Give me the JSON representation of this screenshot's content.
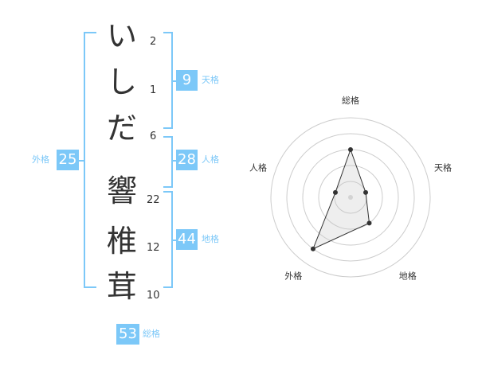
{
  "name_chars": [
    {
      "char": "い",
      "strokes": "2"
    },
    {
      "char": "し",
      "strokes": "1"
    },
    {
      "char": "だ",
      "strokes": "6"
    },
    {
      "char": "響",
      "strokes": "22"
    },
    {
      "char": "椎",
      "strokes": "12"
    },
    {
      "char": "茸",
      "strokes": "10"
    }
  ],
  "kaku": {
    "tenkaku": {
      "value": "9",
      "label": "天格"
    },
    "jinkaku": {
      "value": "28",
      "label": "人格"
    },
    "chikaku": {
      "value": "44",
      "label": "地格"
    },
    "gaikaku": {
      "value": "25",
      "label": "外格"
    },
    "soukaku": {
      "value": "53",
      "label": "総格"
    }
  },
  "colors": {
    "accent": "#7cc8f8",
    "text": "#333333",
    "grid": "#cccccc"
  },
  "chart_data": {
    "type": "radar",
    "axes": [
      "総格",
      "天格",
      "地格",
      "外格",
      "人格"
    ],
    "values": [
      3,
      1,
      2,
      4,
      1
    ],
    "range": [
      0,
      5
    ]
  }
}
